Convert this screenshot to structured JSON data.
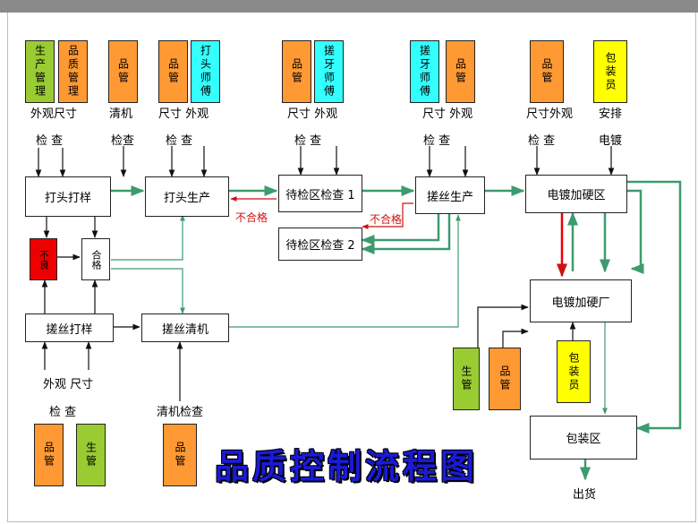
{
  "colors": {
    "green": "#99cc33",
    "orange": "#ff9933",
    "cyan": "#33ffff",
    "red": "#ee0000",
    "yellow": "#ffff00",
    "flow": "#3d9b6e",
    "reject": "#cc1111",
    "title": "#1a1ad8"
  },
  "tags": {
    "t1": "生产管理",
    "t2": "品质管理",
    "t3": "品管",
    "t4": "品管",
    "t5": "打头师傅",
    "t6": "品管",
    "t7": "搓牙师傅",
    "t8": "搓牙师傅",
    "t9": "品管",
    "t10": "品管",
    "t11": "包装员",
    "t12": "品管",
    "t13": "生管",
    "t14": "品管",
    "t15": "生管",
    "t16": "品管",
    "t17": "包装员"
  },
  "labels": {
    "l1": "外观尺寸",
    "l2": "清机",
    "l3": "尺寸 外观",
    "l4": "尺寸 外观",
    "l5": "尺寸 外观",
    "l6": "尺寸外观",
    "l7": "安排",
    "c1": "检 查",
    "c2": "检查",
    "c3": "检 查",
    "c4": "检 查",
    "c5": "检 查",
    "c6": "检 查",
    "c7": "电镀",
    "b1": "外观 尺寸",
    "b2": "检 查",
    "b3": "清机检查"
  },
  "boxes": {
    "b_dtdy": "打头打样",
    "b_dtsc": "打头生产",
    "b_djq1": "待检区检查 1",
    "b_cssc": "搓丝生产",
    "b_ddq": "电镀加硬区",
    "b_bl": "不良",
    "b_hg": "合格",
    "b_djq2": "待检区检查 2",
    "b_ddc": "电镀加硬厂",
    "b_csdy": "搓丝打样",
    "b_csqj": "搓丝清机",
    "b_bzq": "包装区"
  },
  "reject": {
    "r1": "不合格",
    "r2": "不合格"
  },
  "ship": "出货",
  "title": "品质控制流程图"
}
